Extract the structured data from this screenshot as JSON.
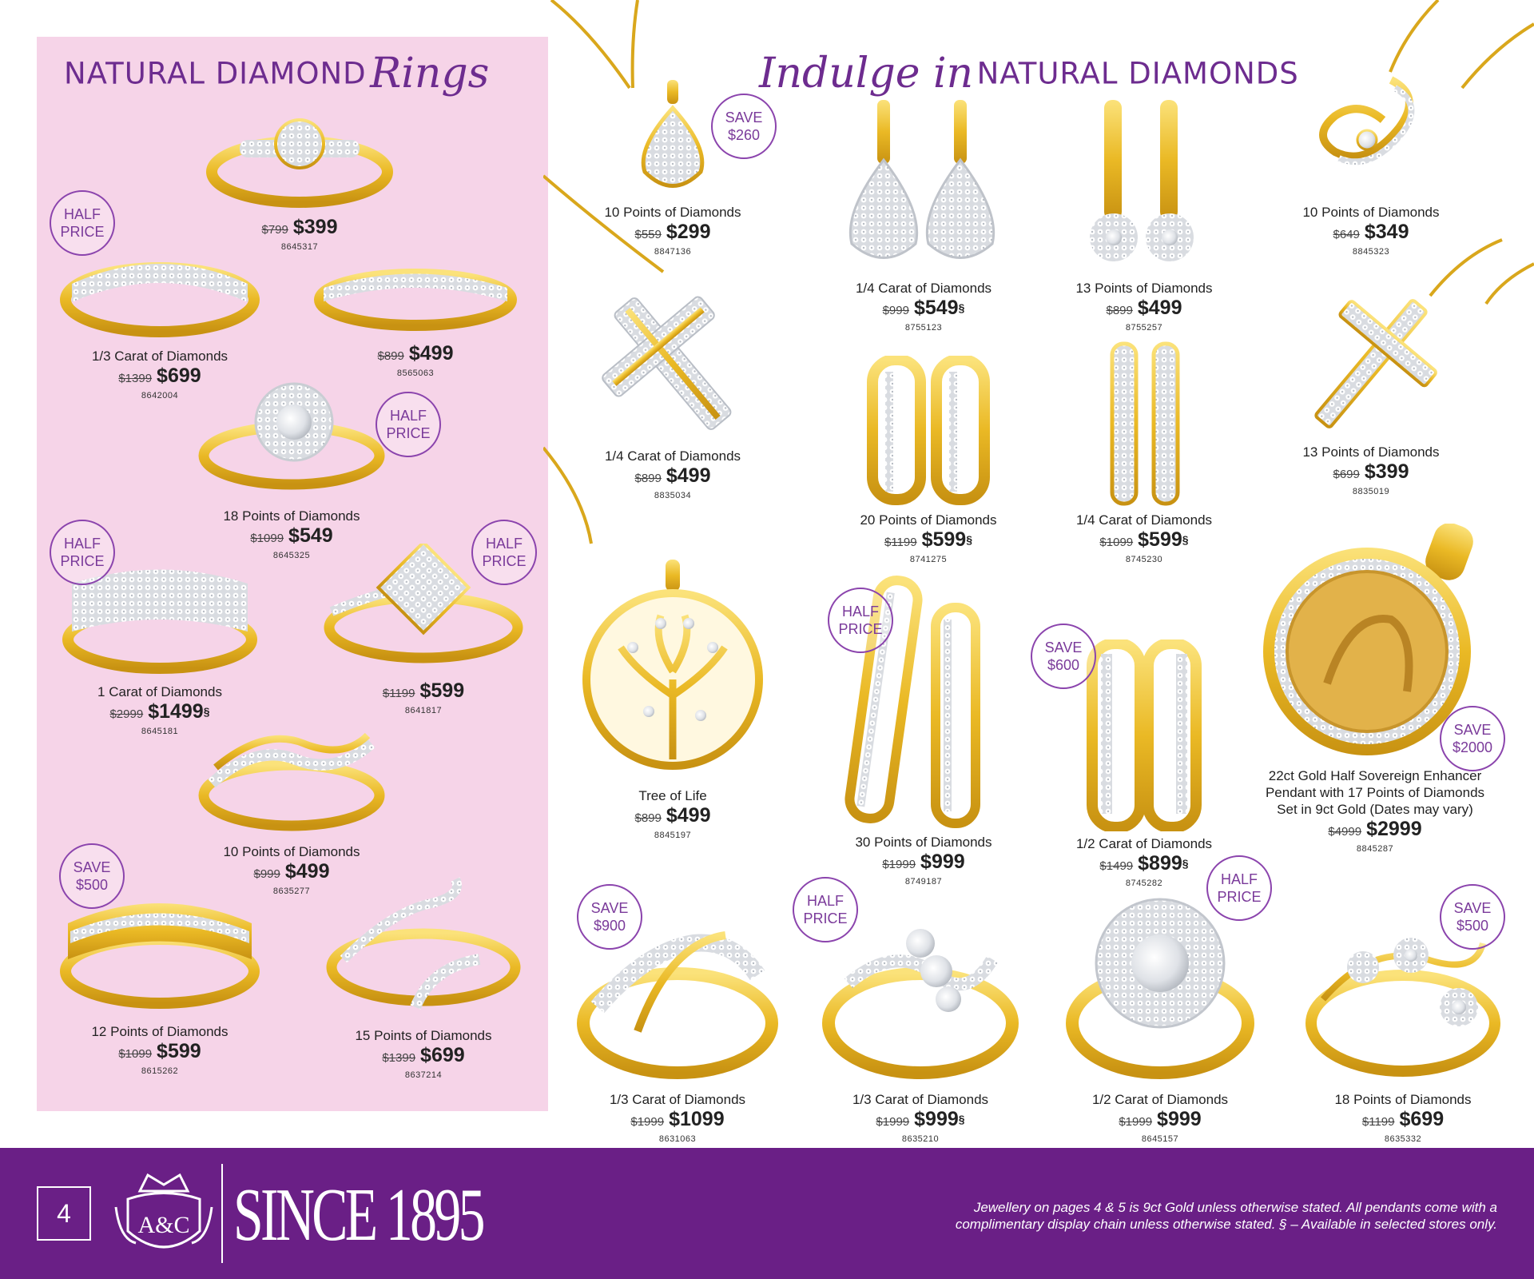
{
  "left_section": {
    "title_caps": "NATURAL DIAMOND",
    "title_script": "Rings"
  },
  "right_section": {
    "title_script": "Indulge in",
    "title_caps": "NATURAL DIAMONDS"
  },
  "rings": [
    {
      "name": "",
      "old_price": "$799",
      "price": "$399",
      "code": "8645317"
    },
    {
      "name": "1/3 Carat of Diamonds",
      "old_price": "$1399",
      "price": "$699",
      "code": "8642004",
      "badge": [
        "HALF",
        "PRICE"
      ]
    },
    {
      "name": "",
      "old_price": "$899",
      "price": "$499",
      "code": "8565063"
    },
    {
      "name": "18 Points of Diamonds",
      "old_price": "$1099",
      "price": "$549",
      "code": "8645325",
      "badge": [
        "HALF",
        "PRICE"
      ]
    },
    {
      "name": "1 Carat of Diamonds",
      "old_price": "$2999",
      "price": "$1499",
      "mark": "§",
      "code": "8645181",
      "badge": [
        "HALF",
        "PRICE"
      ]
    },
    {
      "name": "",
      "old_price": "$1199",
      "price": "$599",
      "code": "8641817",
      "badge": [
        "HALF",
        "PRICE"
      ]
    },
    {
      "name": "10 Points of Diamonds",
      "old_price": "$999",
      "price": "$499",
      "code": "8635277"
    },
    {
      "name": "12 Points of Diamonds",
      "old_price": "$1099",
      "price": "$599",
      "code": "8615262",
      "badge": [
        "SAVE",
        "$500"
      ]
    },
    {
      "name": "15 Points of Diamonds",
      "old_price": "$1399",
      "price": "$699",
      "code": "8637214"
    }
  ],
  "jewellery": [
    {
      "name": "10 Points of Diamonds",
      "old_price": "$559",
      "price": "$299",
      "code": "8847136",
      "badge": [
        "SAVE",
        "$260"
      ]
    },
    {
      "name": "1/4 Carat of Diamonds",
      "old_price": "$999",
      "price": "$549",
      "mark": "§",
      "code": "8755123"
    },
    {
      "name": "13 Points of Diamonds",
      "old_price": "$899",
      "price": "$499",
      "code": "8755257"
    },
    {
      "name": "10 Points of Diamonds",
      "old_price": "$649",
      "price": "$349",
      "code": "8845323"
    },
    {
      "name": "1/4 Carat of Diamonds",
      "old_price": "$899",
      "price": "$499",
      "code": "8835034"
    },
    {
      "name": "20 Points of Diamonds",
      "old_price": "$1199",
      "price": "$599",
      "mark": "§",
      "code": "8741275"
    },
    {
      "name": "1/4 Carat of Diamonds",
      "old_price": "$1099",
      "price": "$599",
      "mark": "§",
      "code": "8745230"
    },
    {
      "name": "13 Points of Diamonds",
      "old_price": "$699",
      "price": "$399",
      "code": "8835019"
    },
    {
      "name": "Tree of Life",
      "old_price": "$899",
      "price": "$499",
      "code": "8845197"
    },
    {
      "name": "30 Points of Diamonds",
      "old_price": "$1999",
      "price": "$999",
      "code": "8749187",
      "badge": [
        "HALF",
        "PRICE"
      ]
    },
    {
      "name": "1/2 Carat of Diamonds",
      "old_price": "$1499",
      "price": "$899",
      "mark": "§",
      "code": "8745282",
      "badge": [
        "SAVE",
        "$600"
      ]
    },
    {
      "name": "22ct Gold Half Sovereign Enhancer",
      "name2": "Pendant with 17 Points of Diamonds",
      "name3": "Set in 9ct Gold (Dates may vary)",
      "old_price": "$4999",
      "price": "$2999",
      "code": "8845287",
      "badge": [
        "SAVE",
        "$2000"
      ]
    },
    {
      "name": "1/3 Carat of Diamonds",
      "old_price": "$1999",
      "price": "$1099",
      "code": "8631063",
      "badge": [
        "SAVE",
        "$900"
      ]
    },
    {
      "name": "1/3 Carat of Diamonds",
      "old_price": "$1999",
      "price": "$999",
      "mark": "§",
      "code": "8635210",
      "badge": [
        "HALF",
        "PRICE"
      ]
    },
    {
      "name": "1/2 Carat of Diamonds",
      "old_price": "$1999",
      "price": "$999",
      "code": "8645157",
      "badge": [
        "HALF",
        "PRICE"
      ]
    },
    {
      "name": "18 Points of Diamonds",
      "old_price": "$1199",
      "price": "$699",
      "code": "8635332",
      "badge": [
        "SAVE",
        "$500"
      ]
    }
  ],
  "footer": {
    "page_number": "4",
    "logo": "A&C",
    "since": "SINCE 1895",
    "disclaimer_line1": "Jewellery on pages 4 & 5 is 9ct Gold unless otherwise stated.  All pendants come with a",
    "disclaimer_line2": "complimentary display chain unless otherwise stated. § – Available in selected stores only."
  },
  "colors": {
    "brand_purple": "#6a1f86",
    "panel_pink": "#f6d4e8",
    "gold": "#f0c020",
    "diamond": "#e4e6ea"
  },
  "icons": [
    "ring-icon",
    "pendant-icon",
    "earring-icon",
    "crest-icon"
  ]
}
